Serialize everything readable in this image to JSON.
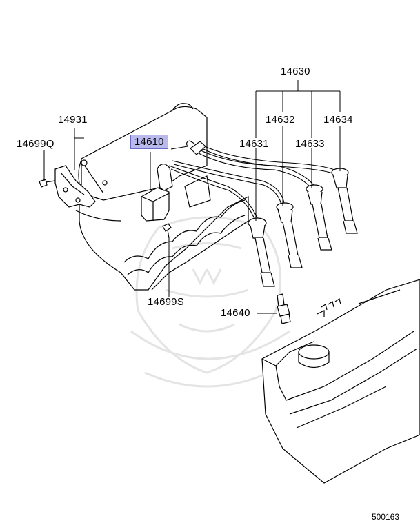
{
  "diagram": {
    "callouts": [
      {
        "id": "14630",
        "text": "14630"
      },
      {
        "id": "14931",
        "text": "14931"
      },
      {
        "id": "14632",
        "text": "14632"
      },
      {
        "id": "14634",
        "text": "14634"
      },
      {
        "id": "14699Q",
        "text": "14699Q"
      },
      {
        "id": "14610",
        "text": "14610",
        "highlighted": true
      },
      {
        "id": "14631",
        "text": "14631"
      },
      {
        "id": "14633",
        "text": "14633"
      },
      {
        "id": "14699S",
        "text": "14699S"
      },
      {
        "id": "14640",
        "text": "14640"
      }
    ],
    "document_number": "500163"
  },
  "colors": {
    "line": "#000000",
    "highlight_fill": "#b9b9ec",
    "highlight_border": "#6b6bc8",
    "watermark": "#e6e6e6"
  }
}
